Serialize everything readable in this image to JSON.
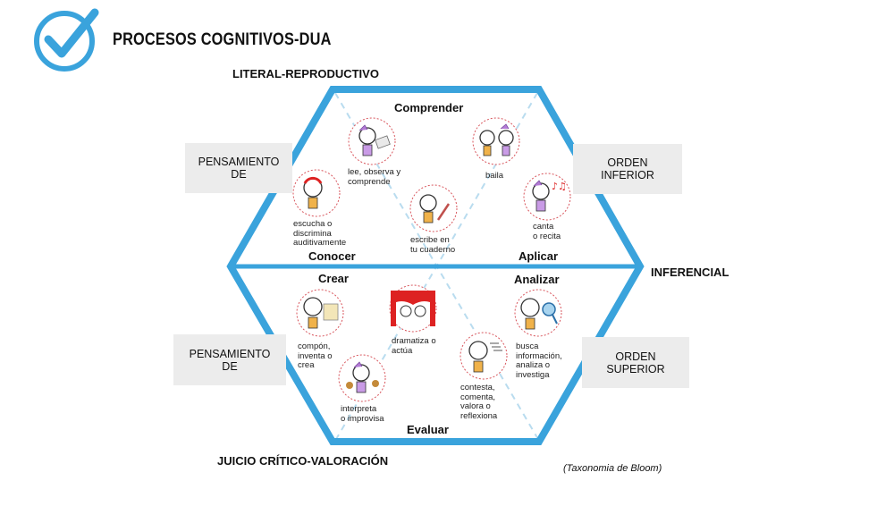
{
  "header": {
    "title": "PROCESOS COGNITIVOS-DUA",
    "logo_icon": "check-circle-icon"
  },
  "colors": {
    "accent": "#3aa3dc",
    "dashed": "#b9dcef",
    "circle_border": "#d8555c",
    "box_bg": "#ececec"
  },
  "labels": {
    "top": "LITERAL-REPRODUCTIVO",
    "middle_right": "INFERENCIAL",
    "bottom": "JUICIO CRÍTICO-VALORACIÓN",
    "credit": "(Taxonomia de Bloom)"
  },
  "side_boxes": {
    "left_top": [
      "PENSAMIENTO",
      "DE"
    ],
    "right_top": [
      "ORDEN",
      "INFERIOR"
    ],
    "left_bottom": [
      "PENSAMIENTO",
      "DE"
    ],
    "right_bottom": [
      "ORDEN",
      "SUPERIOR"
    ]
  },
  "categories": {
    "comprender": "Comprender",
    "conocer": "Conocer",
    "aplicar": "Aplicar",
    "crear": "Crear",
    "analizar": "Analizar",
    "evaluar": "Evaluar"
  },
  "activities": {
    "lee": [
      "lee, observa y",
      "comprende"
    ],
    "baila": [
      "baila"
    ],
    "escucha": [
      "escucha o",
      "discrimina",
      "auditivamente"
    ],
    "escribe": [
      "escribe en",
      "tu cuaderno"
    ],
    "canta": [
      "canta",
      "o recita"
    ],
    "compon": [
      "compón,",
      "inventa o",
      "crea"
    ],
    "dramatiza": [
      "dramatiza o",
      "actúa"
    ],
    "busca": [
      "busca",
      "información,",
      "analiza o",
      "investiga"
    ],
    "interpreta": [
      "interpreta",
      "o improvisa"
    ],
    "contesta": [
      "contesta,",
      "comenta,",
      "valora o",
      "reflexiona"
    ]
  }
}
